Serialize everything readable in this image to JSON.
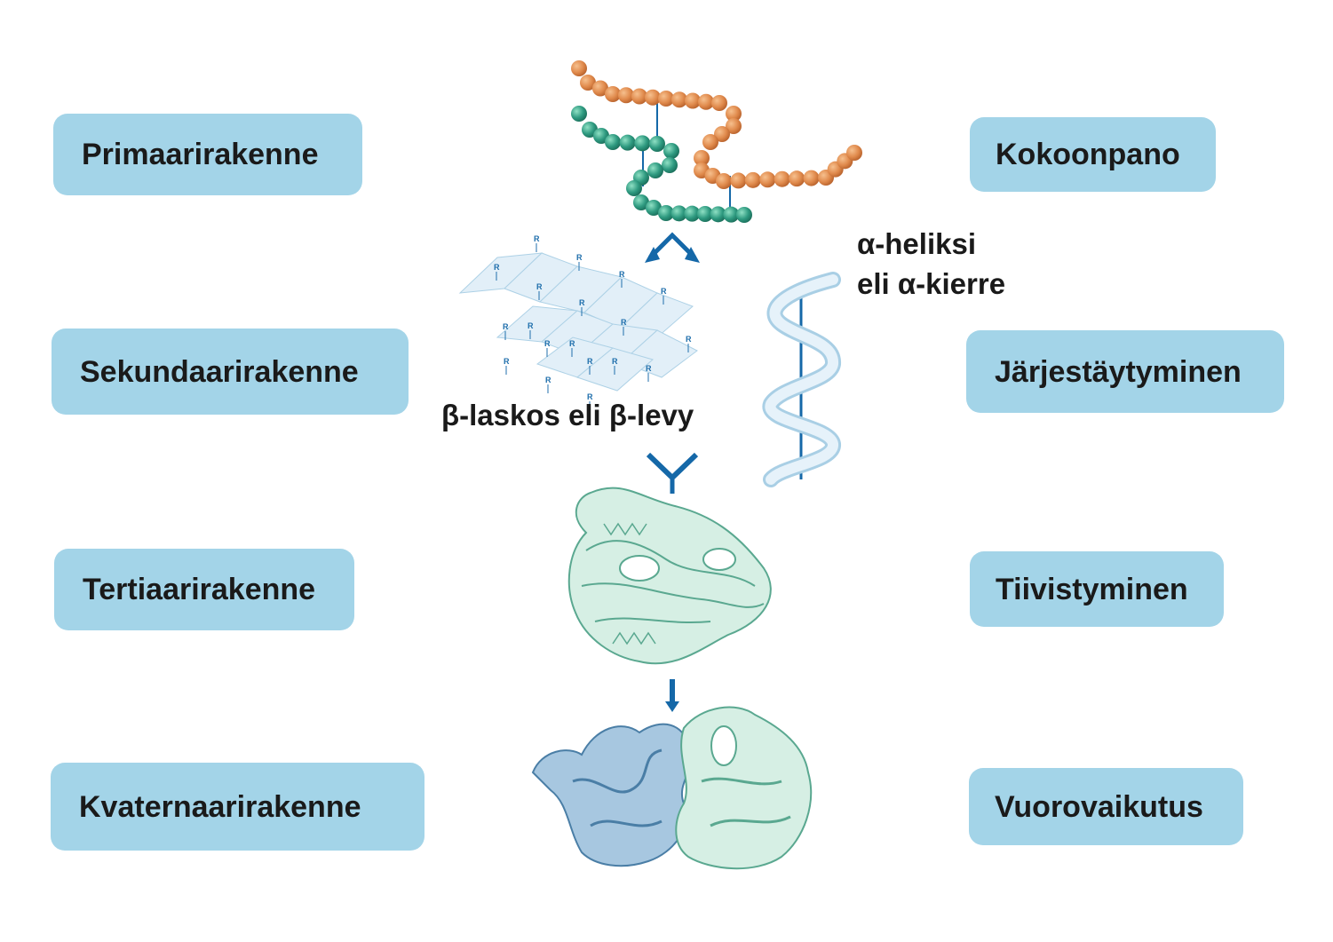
{
  "left_labels": [
    "Primaarirakenne",
    "Sekundaarirakenne",
    "Tertiaarirakenne",
    "Kvaternaarirakenne"
  ],
  "right_labels": [
    "Kokoonpano",
    "Järjestäytyminen",
    "Tiivistyminen",
    "Vuorovaikutus"
  ],
  "captions": {
    "helix_line1": "α-heliksi",
    "helix_line2": "eli α-kierre",
    "sheet": "β-laskos eli β-levy",
    "r_group": "R"
  },
  "colors": {
    "box": "#a3d4e8",
    "arrow": "#1568a8",
    "orange_bead": "#e08a4c",
    "green_bead": "#2e9a80",
    "helix": "#cfe6f3",
    "tertiary_fill": "#d6efe4"
  }
}
